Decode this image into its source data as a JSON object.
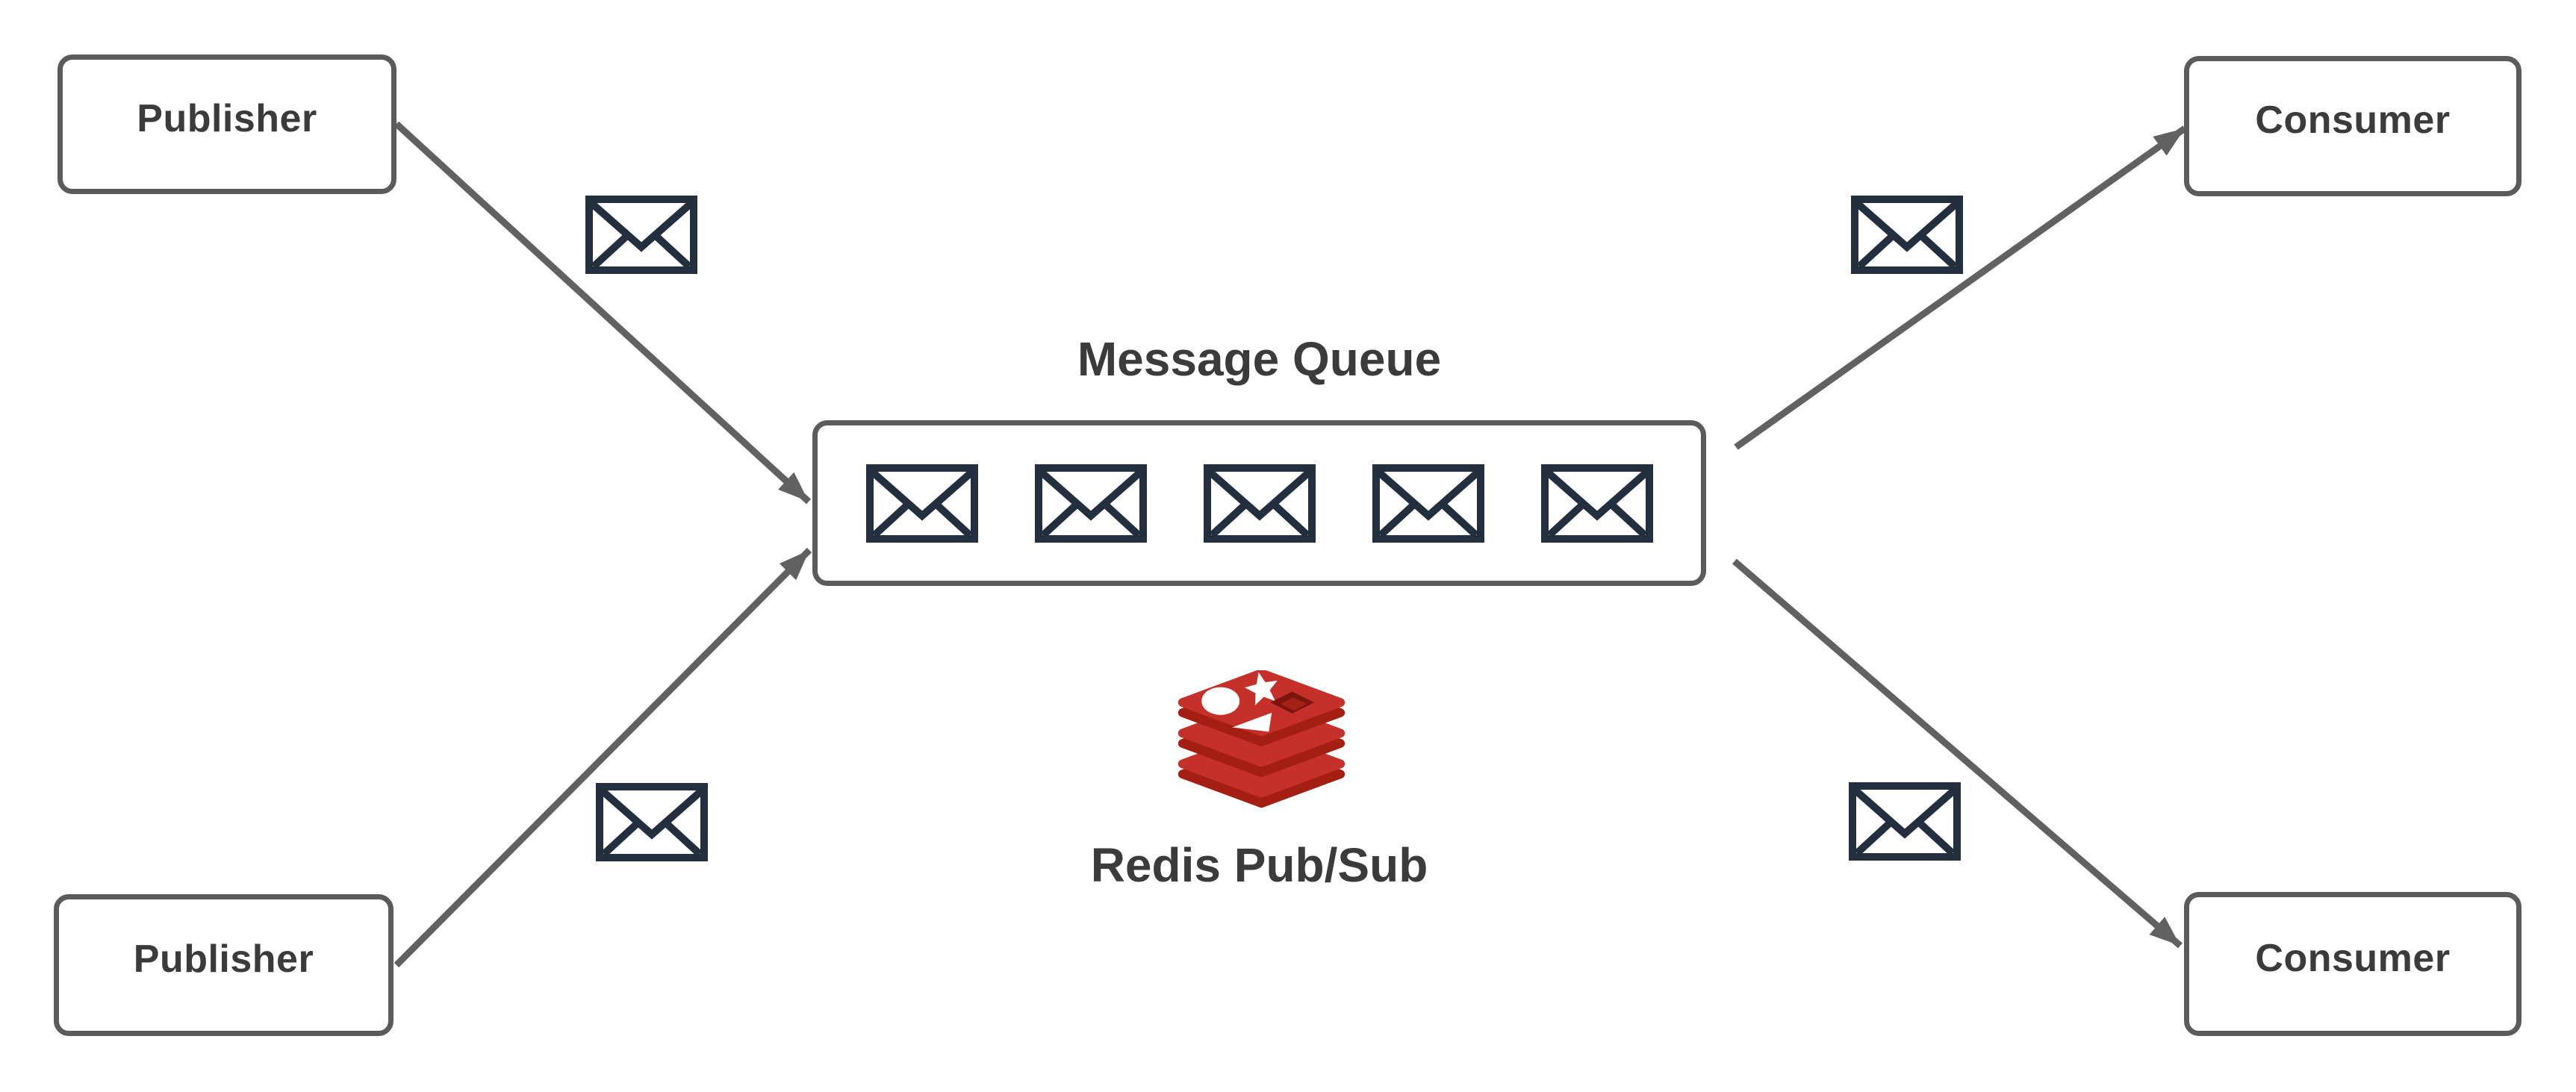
{
  "diagram": {
    "type": "architecture-diagram",
    "queue": {
      "label": "Message Queue",
      "message_count": 5
    },
    "broker": {
      "label": "Redis Pub/Sub",
      "logo": "redis-logo"
    },
    "nodes": {
      "publisher_top": {
        "label": "Publisher"
      },
      "publisher_bottom": {
        "label": "Publisher"
      },
      "consumer_top": {
        "label": "Consumer"
      },
      "consumer_bottom": {
        "label": "Consumer"
      }
    },
    "edges": [
      {
        "from": "publisher_top",
        "to": "queue",
        "icon": "envelope-icon"
      },
      {
        "from": "publisher_bottom",
        "to": "queue",
        "icon": "envelope-icon"
      },
      {
        "from": "queue",
        "to": "consumer_top",
        "icon": "envelope-icon"
      },
      {
        "from": "queue",
        "to": "consumer_bottom",
        "icon": "envelope-icon"
      }
    ],
    "colors": {
      "background": "#ffffff",
      "box_border": "#5b5b5b",
      "arrow": "#616161",
      "text": "#3b3b3b",
      "envelope": "#232f3e",
      "redis_red": "#c6302b",
      "redis_dark_red": "#a41e11"
    }
  }
}
